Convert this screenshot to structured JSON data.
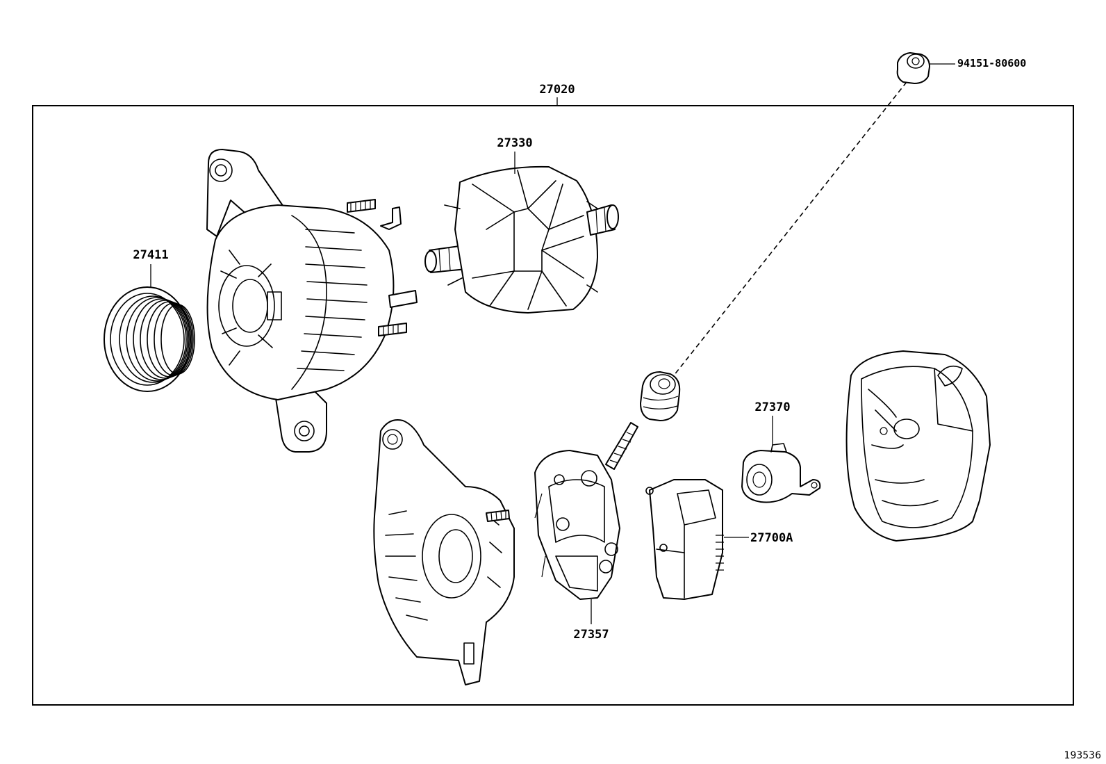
{
  "diagram": {
    "assembly_label": "27020",
    "diagram_number": "193536",
    "parts": [
      {
        "id": "pulley",
        "label": "27411"
      },
      {
        "id": "rotor",
        "label": "27330"
      },
      {
        "id": "bearing-cap",
        "label": "94151-80600"
      },
      {
        "id": "brush-holder",
        "label": "27370"
      },
      {
        "id": "regulator",
        "label": "27700A"
      },
      {
        "id": "rectifier",
        "label": "27357"
      }
    ]
  }
}
